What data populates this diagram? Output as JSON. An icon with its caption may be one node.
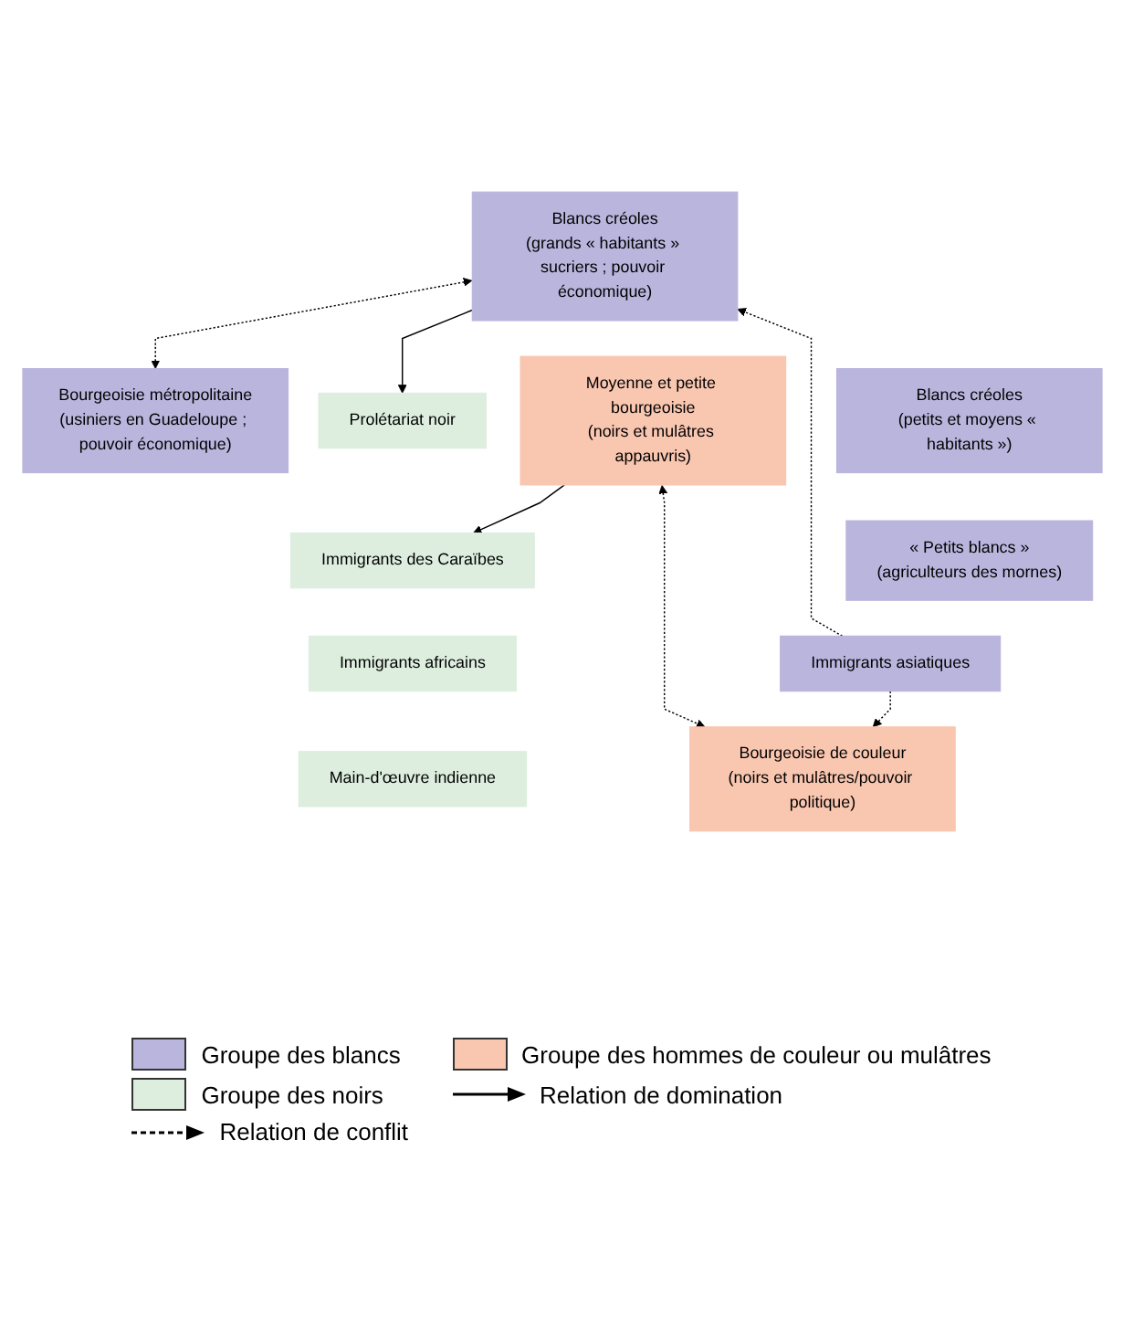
{
  "diagram": {
    "nodes": [
      {
        "text": [
          "Blancs créoles",
          "(grands « habitants » sucriers ; pouvoir économique)"
        ]
      },
      {
        "text": [
          "Bourgeoisie métropolitaine",
          "(usiniers en Guadeloupe ; pouvoir économique)"
        ]
      },
      {
        "text": [
          "Blancs créoles",
          "(petits et moyens « habitants »)"
        ]
      },
      {
        "text": [
          "« Petits blancs »",
          "(agriculteurs des mornes)"
        ]
      },
      {
        "text": [
          "Immigrants asiatiques"
        ]
      },
      {
        "text": [
          "Bourgeoisie de couleur",
          "(noirs et mulâtres/pouvoir politique)"
        ]
      },
      {
        "text": [
          "Moyenne et petite bourgeoisie",
          "(noirs et mulâtres appauvris)"
        ]
      },
      {
        "text": [
          "Prolétariat noir"
        ]
      },
      {
        "text": [
          "Immigrants des Caraïbes"
        ]
      },
      {
        "text": [
          "Immigrants africains"
        ]
      },
      {
        "text": [
          "Main-d'œuvre indienne"
        ]
      }
    ],
    "edges": [
      {
        "from": 0,
        "to": 1,
        "arrow": "both",
        "style": "dashed"
      },
      {
        "from": 4,
        "to": 0,
        "arrow": "to",
        "style": "dashed"
      },
      {
        "from": 4,
        "to": 5,
        "arrow": "to",
        "style": "dashed"
      },
      {
        "from": 6,
        "to": 5,
        "arrow": "both",
        "style": "dashed"
      },
      {
        "from": 0,
        "to": 7,
        "arrow": "to"
      },
      {
        "from": 6,
        "to": 8,
        "arrow": "to"
      }
    ],
    "legend": [
      {
        "text": "Groupe des blancs",
        "color": "#b9b5dd"
      },
      {
        "text": "Groupe des hommes de couleur ou mulâtres",
        "color": "#f9c6b0"
      },
      {
        "text": "Groupe des noirs",
        "color": "#ddeedf"
      },
      {
        "text": "Relation de domination"
      },
      {
        "text": "Relation de conflit"
      }
    ]
  }
}
